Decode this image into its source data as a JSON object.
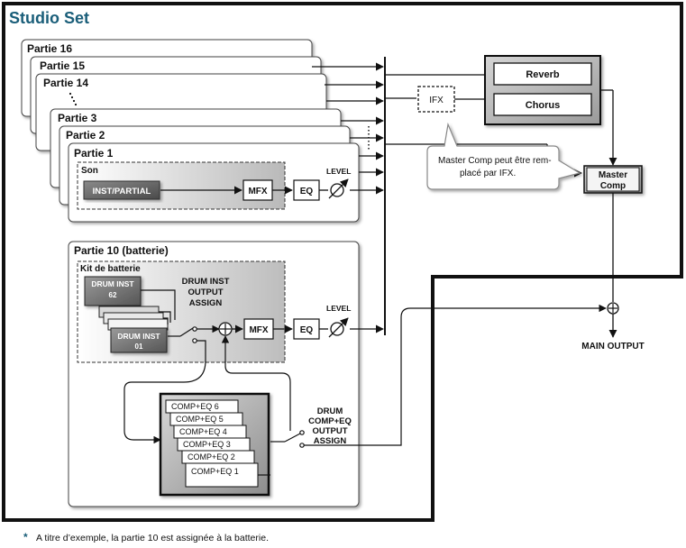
{
  "studio_set": {
    "title": "Studio Set"
  },
  "parts": {
    "p16": "Partie 16",
    "p15": "Partie 15",
    "p14": "Partie 14",
    "p3": "Partie 3",
    "p2": "Partie 2",
    "p1": "Partie 1",
    "son": "Son",
    "inst_partial": "INST/PARTIAL",
    "mfx": "MFX",
    "eq": "EQ",
    "level": "LEVEL"
  },
  "drum_part": {
    "title": "Partie 10 (batterie)",
    "kit": "Kit de batterie",
    "drum_inst": "DRUM INST",
    "drum_inst_num_top": "62",
    "drum_inst_num_bottom": "01",
    "output_assign_lines": [
      "DRUM INST",
      "OUTPUT",
      "ASSIGN"
    ],
    "mfx": "MFX",
    "eq": "EQ",
    "level": "LEVEL",
    "comp_eq": [
      "COMP+EQ 6",
      "COMP+EQ 5",
      "COMP+EQ 4",
      "COMP+EQ 3",
      "COMP+EQ 2",
      "COMP+EQ 1"
    ],
    "comp_assign_lines": [
      "DRUM",
      "COMP+EQ",
      "OUTPUT",
      "ASSIGN"
    ]
  },
  "effects": {
    "ifx": "IFX",
    "reverb": "Reverb",
    "chorus": "Chorus",
    "master_comp_lines": [
      "Master",
      "Comp"
    ],
    "callout_lines": [
      "Master Comp peut être rem-",
      "placé par IFX."
    ]
  },
  "main_output": "MAIN OUTPUT",
  "footnote": {
    "star": "*",
    "text": "A titre d’exemple, la partie 10 est assignée à la batterie."
  }
}
